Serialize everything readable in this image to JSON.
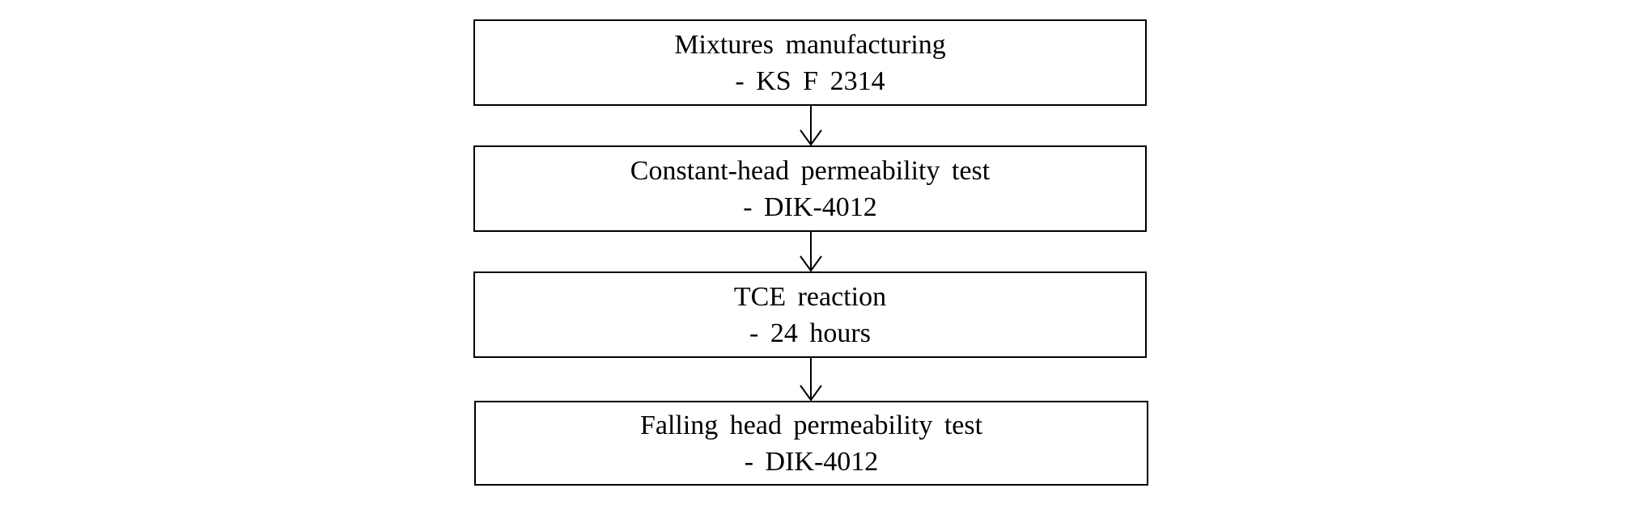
{
  "flowchart": {
    "steps": [
      {
        "title": "Mixtures manufacturing",
        "detail": "- KS F 2314"
      },
      {
        "title": "Constant-head permeability test",
        "detail": "- DIK-4012"
      },
      {
        "title": "TCE reaction",
        "detail": "- 24 hours"
      },
      {
        "title": "Falling head permeability test",
        "detail": "- DIK-4012"
      }
    ]
  },
  "colors": {
    "stroke": "#000000",
    "background": "#ffffff"
  }
}
